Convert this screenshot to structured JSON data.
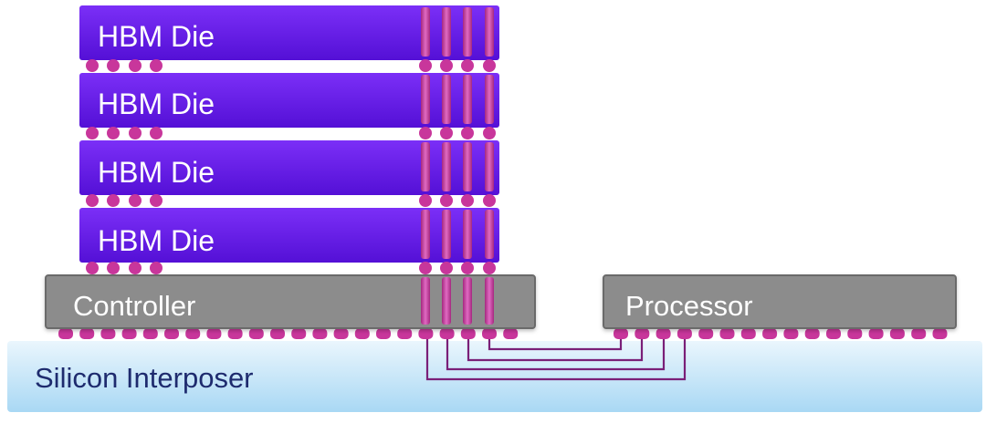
{
  "colors": {
    "die_gradient_top": "#7b2ff7",
    "die_gradient_bottom": "#5410d6",
    "tsv": "#c63fa6",
    "bump": "#c8369b",
    "chip_gray": "#8c8c8c",
    "interposer_top": "#eaf6fd",
    "interposer_bottom": "#a9d8f4",
    "interposer_text": "#1e2b6e",
    "wire": "#7a1f78"
  },
  "hbm_dies": [
    {
      "label": "HBM Die"
    },
    {
      "label": "HBM Die"
    },
    {
      "label": "HBM Die"
    },
    {
      "label": "HBM Die"
    }
  ],
  "controller": {
    "label": "Controller"
  },
  "processor": {
    "label": "Processor"
  },
  "interposer": {
    "label": "Silicon Interposer"
  }
}
